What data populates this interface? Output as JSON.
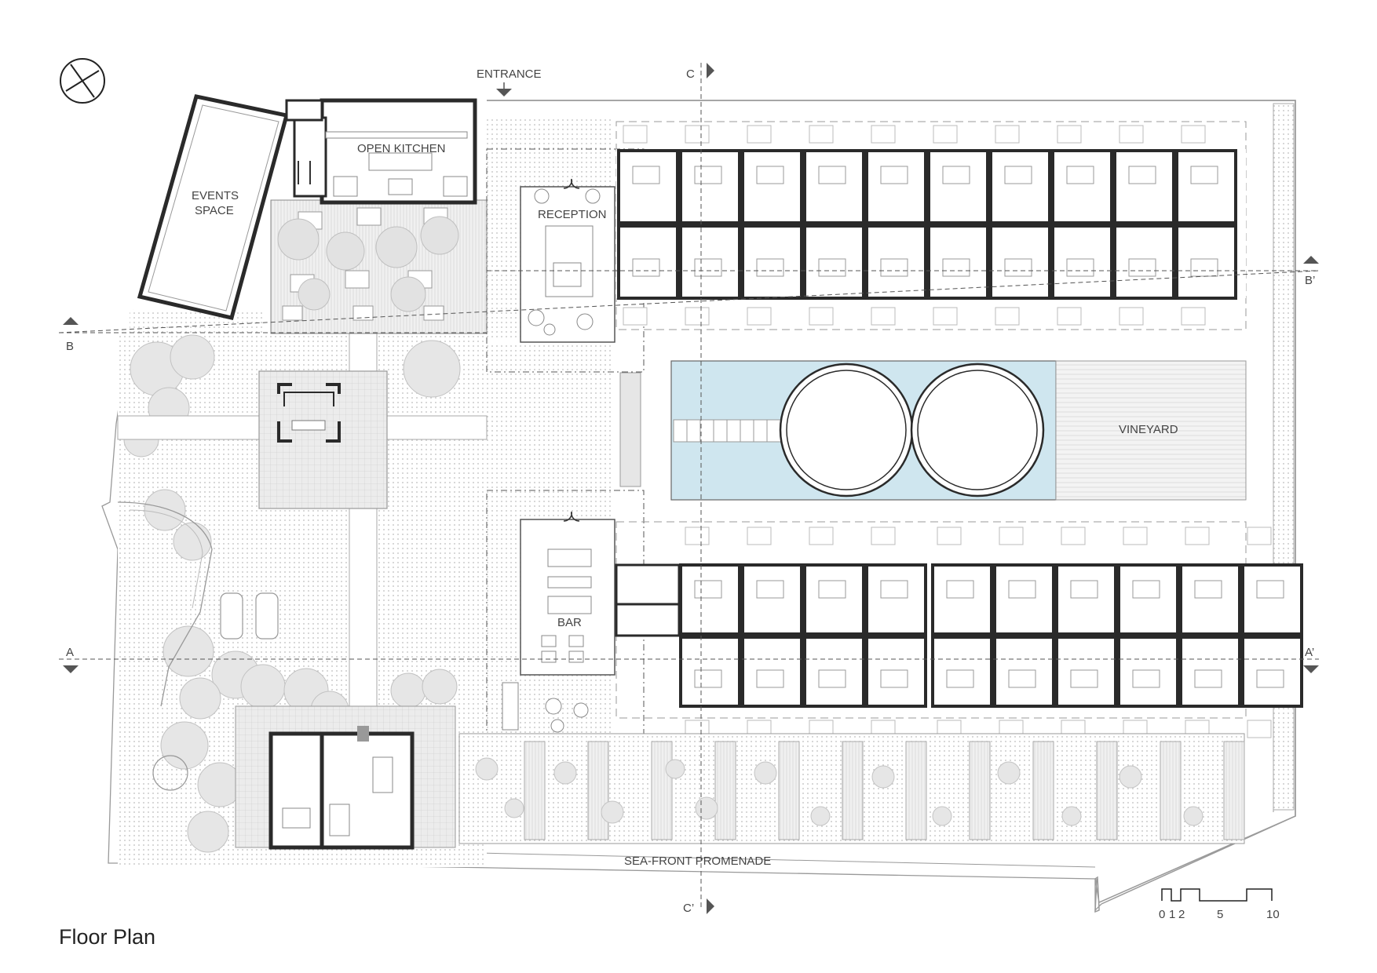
{
  "title": "Floor Plan",
  "labels": {
    "entrance": "ENTRANCE",
    "events_space_line1": "EVENTS",
    "events_space_line2": "SPACE",
    "open_kitchen": "OPEN KITCHEN",
    "reception": "RECEPTION",
    "vineyard": "VINEYARD",
    "bar": "BAR",
    "promenade": "SEA-FRONT PROMENADE"
  },
  "section_marks": {
    "a": "A",
    "a_prime": "A’",
    "b": "B",
    "b_prime": "B’",
    "c": "C",
    "c_prime": "C’"
  },
  "scale_bar": {
    "ticks": [
      "0",
      "1",
      "2",
      "5",
      "10"
    ]
  },
  "colors": {
    "wall": "#2a2a2a",
    "hatch": "#e4e4e4",
    "pool": "#cfe6ef",
    "line": "#777777",
    "light_line": "#b5b5b5"
  },
  "icons": {
    "north_arrow": "north-arrow-icon"
  }
}
